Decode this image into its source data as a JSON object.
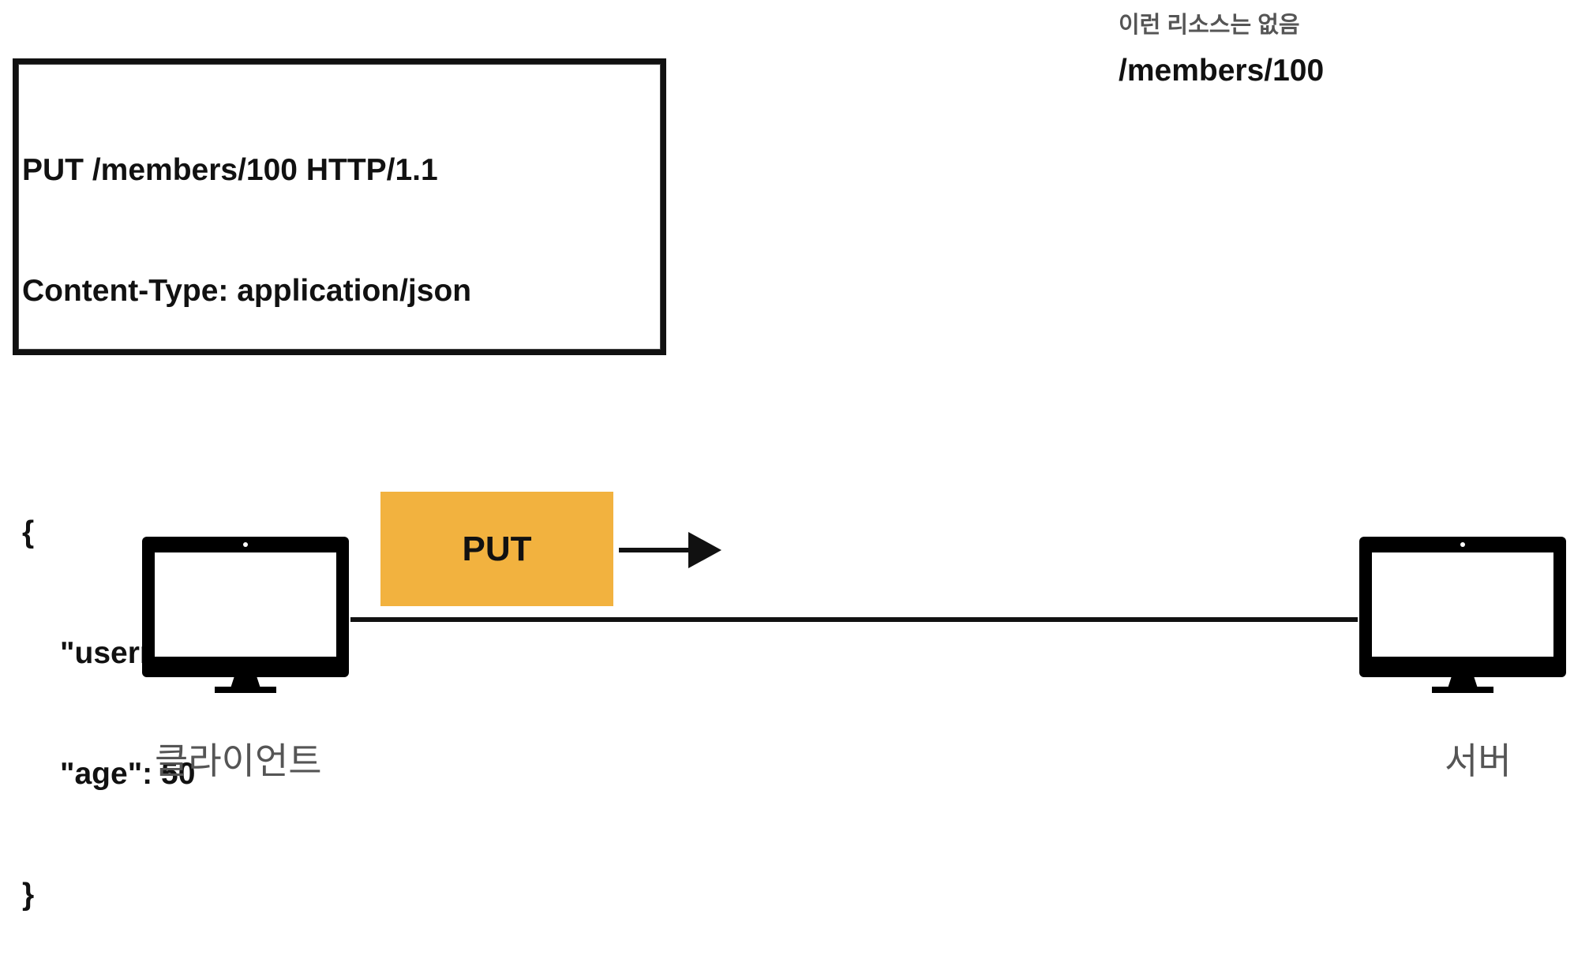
{
  "request": {
    "line1": "PUT /members/100 HTTP/1.1",
    "line2": "Content-Type: application/json",
    "line3": "{",
    "line4": "\"username\": \"old\",",
    "line5": "\"age\": 50",
    "line6": "}"
  },
  "resource": {
    "note": "이런 리소스는 없음",
    "path": "/members/100"
  },
  "client_label": "클라이언트",
  "server_label": "서버",
  "method_label": "PUT",
  "colors": {
    "method_box": "#f2b23f",
    "label_gray": "#555555",
    "line": "#111111"
  }
}
